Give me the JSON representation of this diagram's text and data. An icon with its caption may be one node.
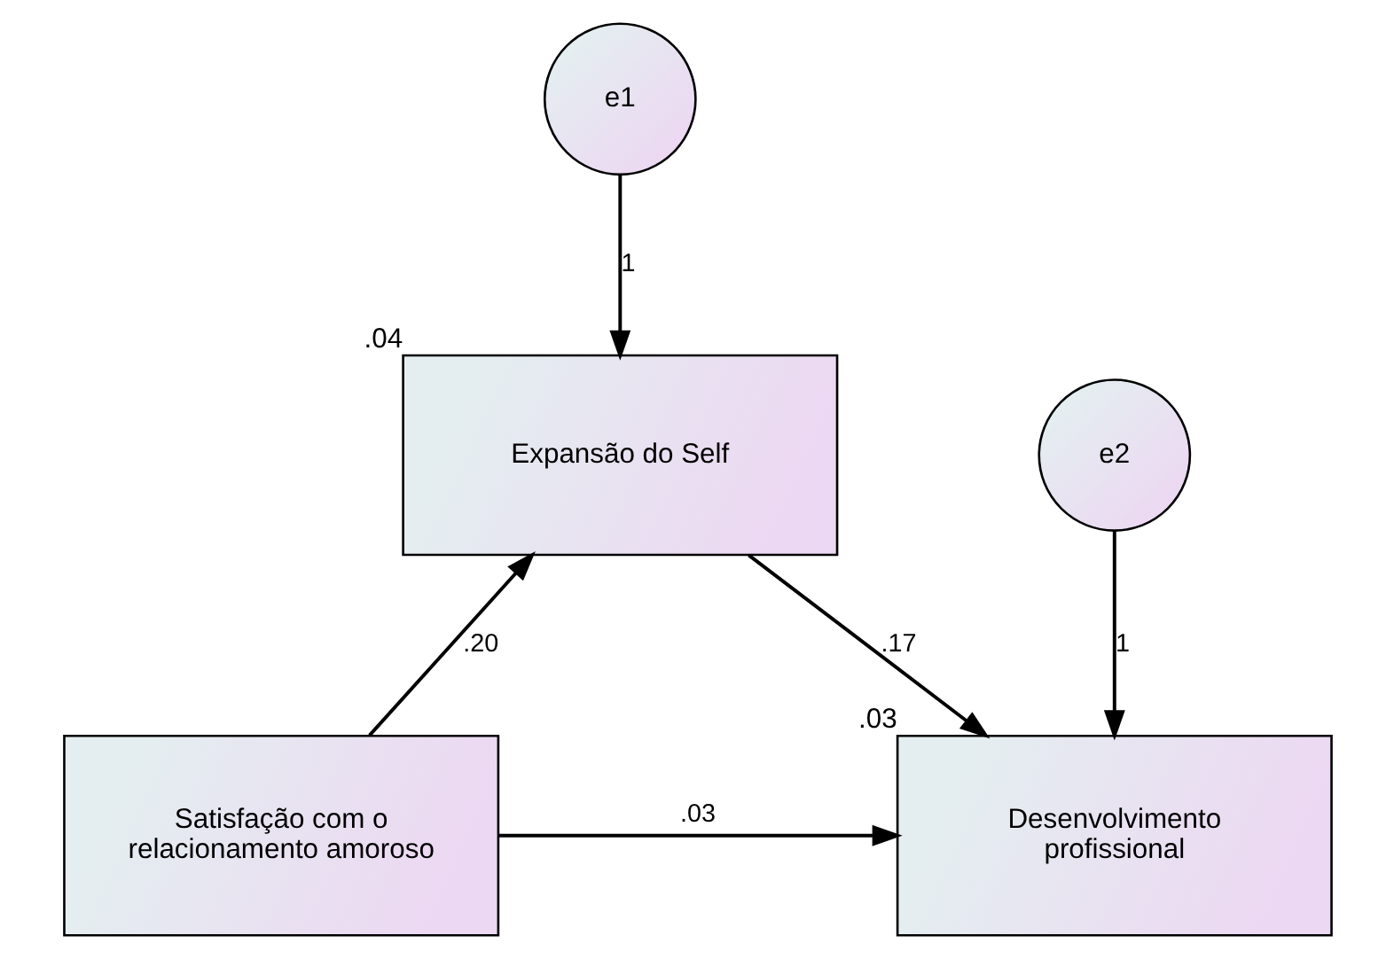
{
  "diagram": {
    "nodes": [
      {
        "text": [
          "e1"
        ]
      },
      {
        "text": [
          "Expansão do Self"
        ],
        "beside": [
          ".04"
        ]
      },
      {
        "text": [
          "e2"
        ]
      },
      {
        "text": [
          "Satisfação com o relacionamento amoroso"
        ]
      },
      {
        "text": [
          "Desenvolvimento profissional"
        ],
        "beside": [
          ".03"
        ]
      }
    ],
    "edges": [
      {
        "from": 0,
        "to": 1,
        "arrow": "to",
        "label": "1"
      },
      {
        "from": 3,
        "to": 1,
        "arrow": "to",
        "label": ".20"
      },
      {
        "from": 1,
        "to": 4,
        "arrow": "to",
        "label": ".17"
      },
      {
        "from": 2,
        "to": 4,
        "arrow": "to",
        "label": "1"
      },
      {
        "from": 3,
        "to": 4,
        "arrow": "to",
        "label": ".03"
      }
    ]
  }
}
